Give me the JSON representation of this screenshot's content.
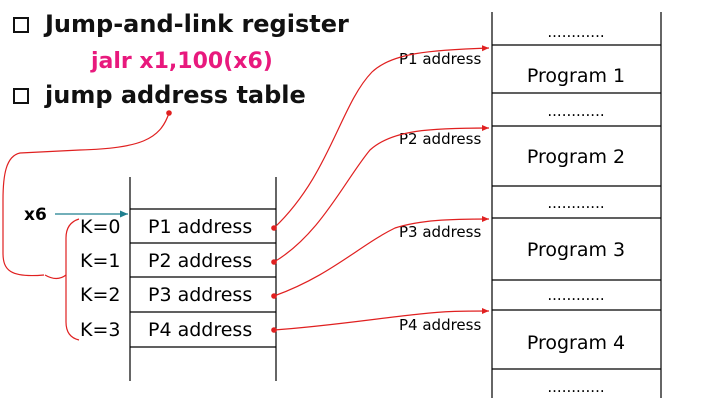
{
  "bullets": [
    {
      "text": "Jump-and-link register"
    },
    {
      "text": "jump address table"
    }
  ],
  "instruction": "jalr x1,100(x6)",
  "register_label": "x6",
  "jump_table": {
    "indices": [
      "K=0",
      "K=1",
      "K=2",
      "K=3"
    ],
    "entries": [
      "P1 address",
      "P2 address",
      "P3 address",
      "P4 address"
    ]
  },
  "memory": {
    "ellipsis": "............",
    "programs": [
      "Program 1",
      "Program 2",
      "Program 3",
      "Program 4"
    ]
  },
  "pointer_labels": [
    "P1 address",
    "P2 address",
    "P3 address",
    "P4 address"
  ],
  "colors": {
    "bullet_text": "#111111",
    "instruction": "#e8197d",
    "arrow": "#e02020",
    "register_arrow": "#1f7f8f",
    "lines": "#000000"
  }
}
